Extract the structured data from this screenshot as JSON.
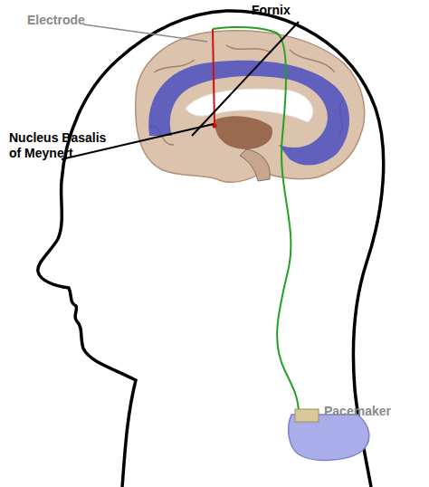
{
  "diagram": {
    "labels": [
      "Electrode",
      "Fornix",
      "Nucleus Basalis of Meynert",
      "Pacemaker"
    ]
  }
}
